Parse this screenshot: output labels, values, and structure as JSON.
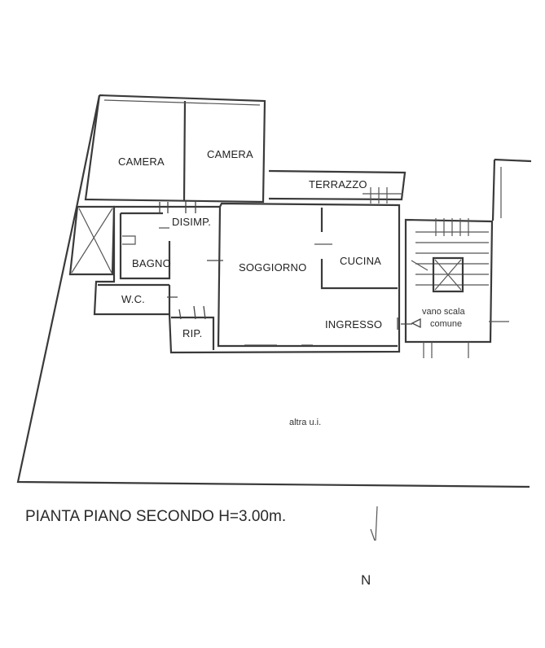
{
  "rooms": {
    "camera_1": "CAMERA",
    "camera_2": "CAMERA",
    "terrazzo": "TERRAZZO",
    "disimp": "DISIMP.",
    "bagno": "BAGNO",
    "soggiorno": "SOGGIORNO",
    "cucina": "CUCINA",
    "wc": "W.C.",
    "rip": "RIP.",
    "ingresso": "INGRESSO",
    "vano_scala_1": "vano scala",
    "vano_scala_2": "comune",
    "altra_ui": "altra u.i."
  },
  "caption": "PIANTA PIANO SECONDO H=3.00m.",
  "north": "N"
}
